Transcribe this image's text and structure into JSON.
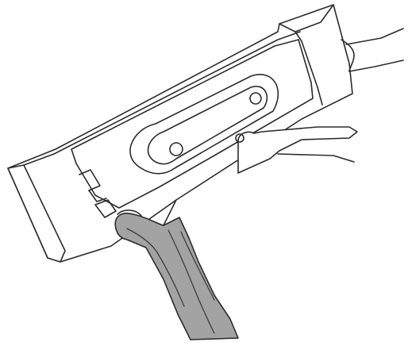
{
  "figure": {
    "subject": "",
    "parts": [
      {
        "id": "device-body",
        "icon": "device-body-icon"
      },
      {
        "id": "slotted-recess",
        "icon": "oval-slot-icon"
      },
      {
        "id": "screw-hole-left",
        "icon": "hole-icon"
      },
      {
        "id": "screw-hole-right",
        "icon": "hole-icon"
      },
      {
        "id": "connector-port",
        "icon": "port-icon"
      },
      {
        "id": "hand-top",
        "icon": "hand-icon"
      },
      {
        "id": "hand-middle",
        "icon": "hand-icon"
      },
      {
        "id": "cleaning-cloth",
        "icon": "cloth-icon"
      }
    ]
  },
  "colors": {
    "line": "#2b2b2b",
    "cloth": "#a3a3a3",
    "background": "#ffffff"
  }
}
